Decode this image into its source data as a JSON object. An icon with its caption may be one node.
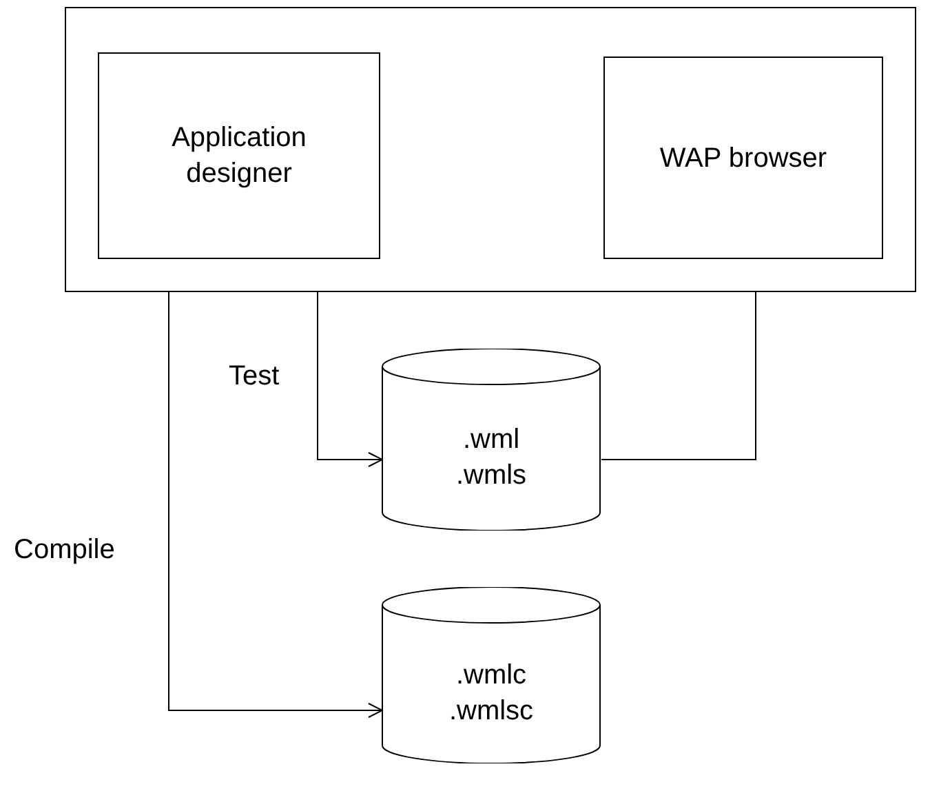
{
  "diagram": {
    "nodes": [
      {
        "text": [],
        "shape": "box"
      },
      {
        "text": [
          "Application designer"
        ],
        "in": 0
      },
      {
        "text": [
          "WAP browser"
        ],
        "in": 0
      },
      {
        "text": [
          ".wml",
          ".wmls"
        ]
      },
      {
        "text": [
          ".wmlc",
          ".wmlsc"
        ]
      }
    ],
    "edges": [
      {
        "from": 1,
        "to": 3,
        "arrow": "to",
        "label": "Test"
      },
      {
        "from": 1,
        "to": 4,
        "arrow": "to",
        "label": "Compile"
      },
      {
        "from": 3,
        "to": 2,
        "arrow": "to"
      }
    ]
  }
}
